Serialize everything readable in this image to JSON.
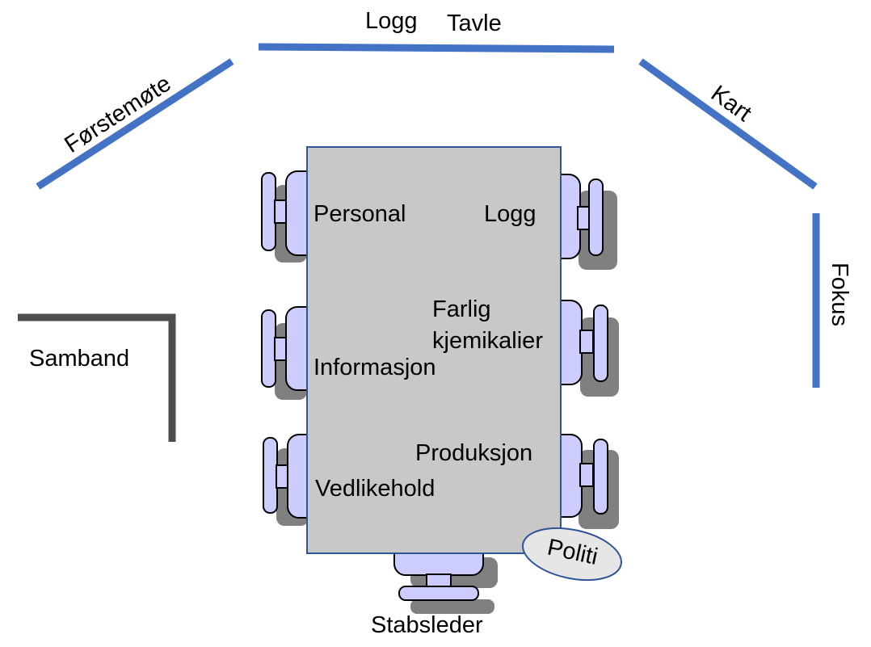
{
  "colors": {
    "wall_blue": "#4472c4",
    "wall_gray": "#4d4d4d",
    "table_fill": "#c8c8c8",
    "table_stroke": "#2f5597",
    "chair_fill": "#ccccff",
    "chair_shadow": "#808080",
    "ellipse_fill": "#e6e6e6"
  },
  "walls": {
    "top_left_label": "Logg",
    "top_right_label": "Tavle",
    "upper_left_label": "Førstemøte",
    "upper_right_label": "Kart",
    "right_label": "Fokus",
    "corner_label": "Samband"
  },
  "table": {
    "labels": {
      "personal": "Personal",
      "logg": "Logg",
      "farlig_line1": "Farlig",
      "farlig_line2": "kjemikalier",
      "informasjon": "Informasjon",
      "produksjon": "Produksjon",
      "vedlikehold": "Vedlikehold"
    }
  },
  "politi": "Politi",
  "stabsleder": "Stabsleder"
}
